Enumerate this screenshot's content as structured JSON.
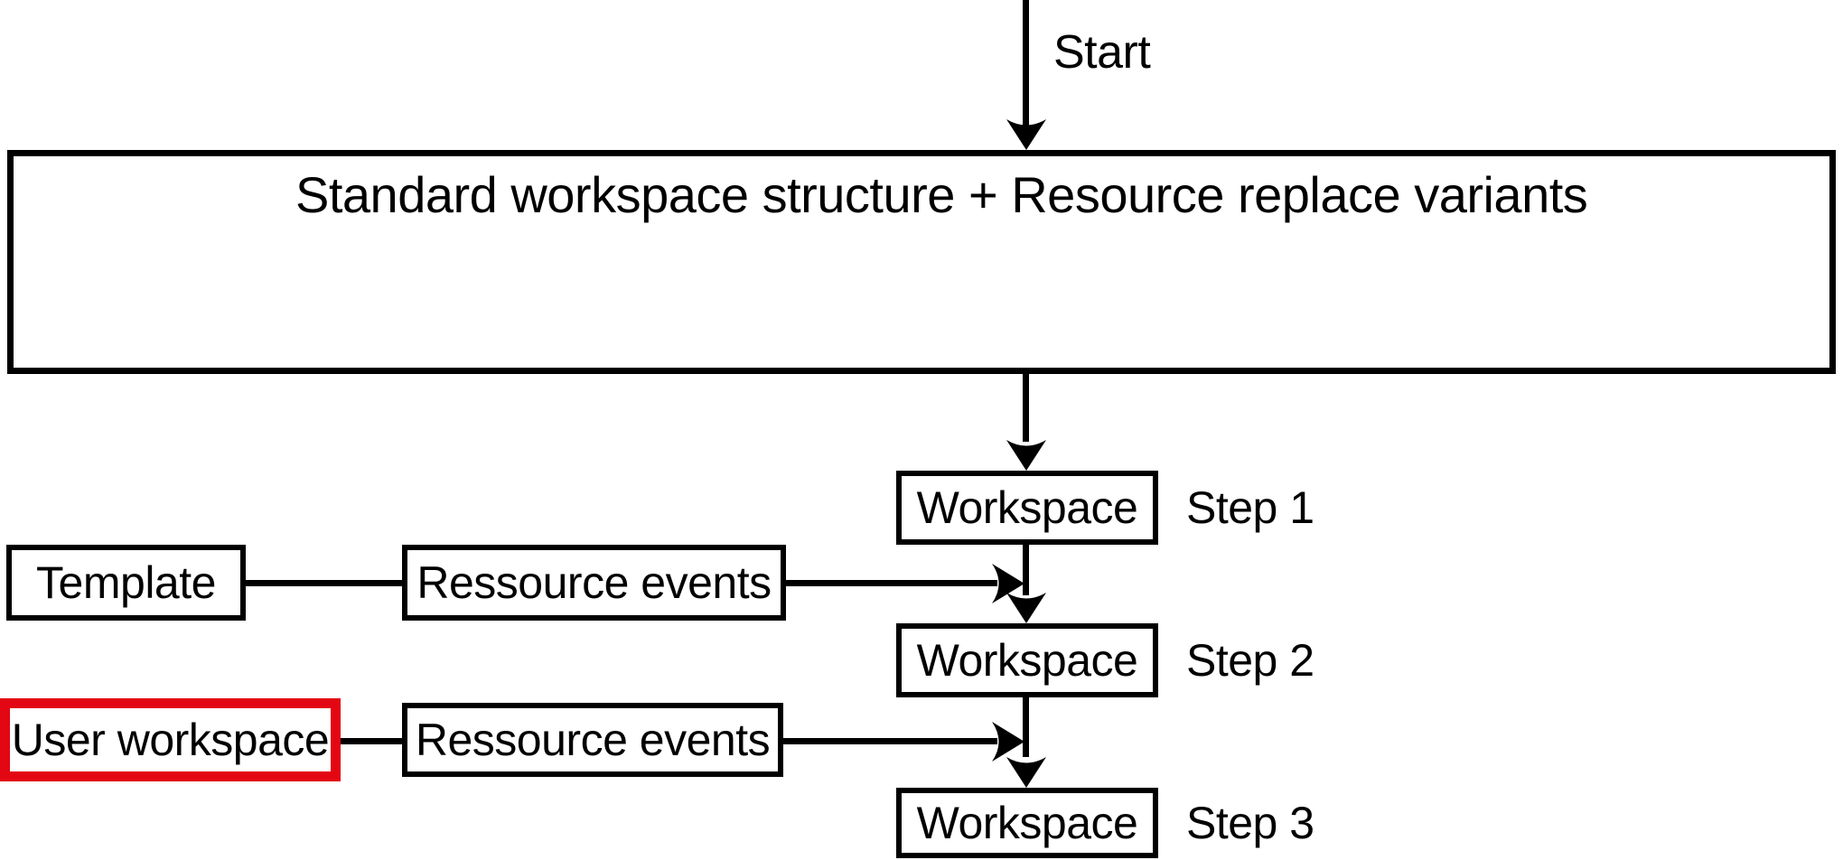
{
  "diagram": {
    "start_label": "Start",
    "main_box": {
      "title": "Standard workspace structure + Resource replace variants"
    },
    "steps": [
      {
        "box_label": "Workspace",
        "step_label": "Step 1"
      },
      {
        "box_label": "Workspace",
        "step_label": "Step 2"
      },
      {
        "box_label": "Workspace",
        "step_label": "Step 3"
      }
    ],
    "inputs": [
      {
        "source_label": "Template",
        "event_label": "Ressource events",
        "highlighted": false
      },
      {
        "source_label": "User workspace",
        "event_label": "Ressource events",
        "highlighted": true
      }
    ],
    "colors": {
      "line": "#000000",
      "highlight": "#e30613",
      "background": "#ffffff"
    }
  }
}
